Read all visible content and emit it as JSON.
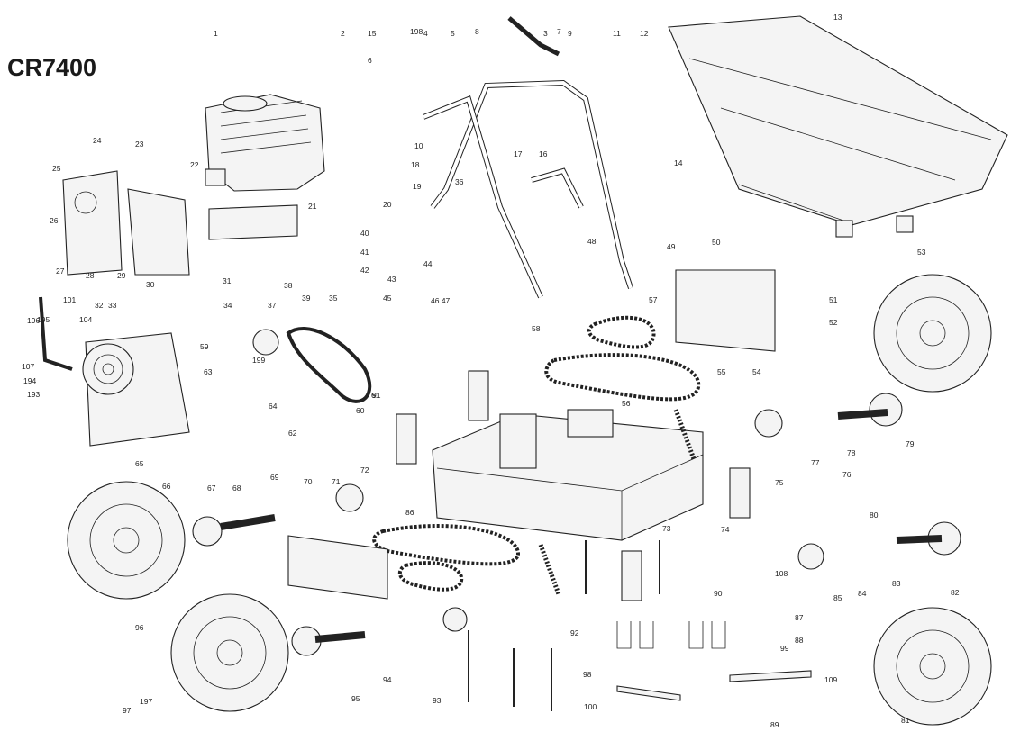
{
  "model_title": "CR7400",
  "callouts": [
    "1",
    "2",
    "3",
    "4",
    "5",
    "6",
    "7",
    "8",
    "9",
    "10",
    "11",
    "12",
    "13",
    "14",
    "15",
    "16",
    "17",
    "18",
    "19",
    "20",
    "21",
    "22",
    "23",
    "24",
    "25",
    "26",
    "27",
    "28",
    "29",
    "30",
    "31",
    "32",
    "33",
    "34",
    "35",
    "36",
    "37",
    "38",
    "39",
    "40",
    "41",
    "42",
    "43",
    "44",
    "45",
    "46 47",
    "48",
    "49",
    "50",
    "51",
    "52",
    "53",
    "54",
    "55",
    "56",
    "57",
    "58",
    "59",
    "60",
    "61",
    "62",
    "63",
    "64",
    "65",
    "66",
    "67",
    "68",
    "69",
    "70",
    "71",
    "72",
    "73",
    "74",
    "75",
    "76",
    "77",
    "78",
    "79",
    "80",
    "81",
    "82",
    "83",
    "84",
    "85",
    "86",
    "87",
    "88",
    "89",
    "90",
    "91",
    "92",
    "93",
    "94",
    "95",
    "96",
    "97",
    "98",
    "99",
    "100",
    "101",
    "104",
    "107",
    "108",
    "109",
    "193",
    "194",
    "195",
    "196",
    "197",
    "198",
    "199"
  ],
  "colors": {
    "line": "#222222",
    "background": "#ffffff",
    "fill": "#f4f4f4"
  }
}
